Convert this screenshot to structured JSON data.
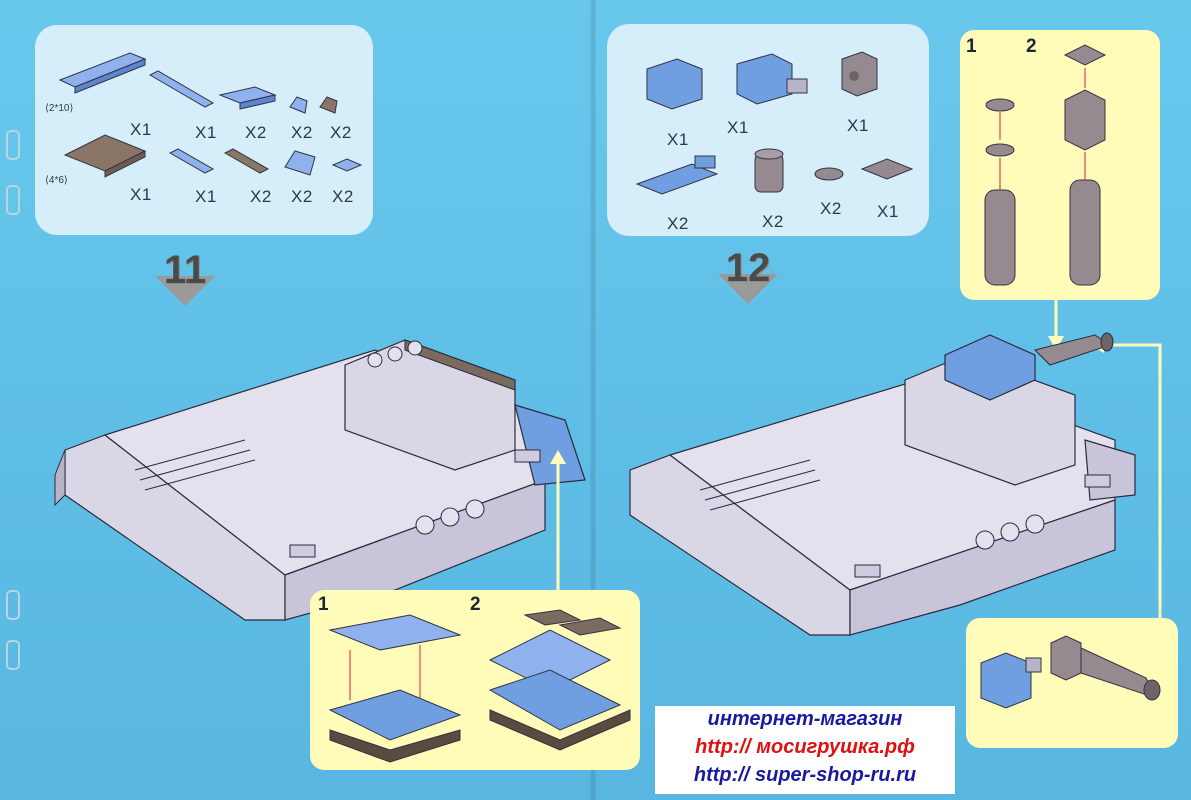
{
  "step11": {
    "number": "11",
    "parts_row1": [
      {
        "name": "plate-2x10",
        "dim_label": "⟨2*10⟩",
        "qty": "X1"
      },
      {
        "name": "tile-1x6",
        "qty": "X1"
      },
      {
        "name": "plate-2x4",
        "qty": "X2"
      },
      {
        "name": "slope-1x1",
        "qty": "X2"
      },
      {
        "name": "slope-1x1-brown",
        "qty": "X2"
      }
    ],
    "parts_row2": [
      {
        "name": "plate-4x6",
        "dim_label": "⟨4*6⟩",
        "qty": "X1"
      },
      {
        "name": "tile-1x4",
        "qty": "X1"
      },
      {
        "name": "tile-1x4-brown",
        "qty": "X2"
      },
      {
        "name": "slope-2x2",
        "qty": "X2"
      },
      {
        "name": "plate-2x2",
        "qty": "X2"
      }
    ],
    "substeps": [
      "1",
      "2"
    ]
  },
  "step12": {
    "number": "12",
    "parts_row1": [
      {
        "name": "brick-2x2",
        "qty": "X1"
      },
      {
        "name": "brick-2x2-pin",
        "qty": "X1"
      },
      {
        "name": "brick-1x1-hole",
        "qty": "X1"
      }
    ],
    "parts_row2": [
      {
        "name": "hinge-plate",
        "qty": "X2"
      },
      {
        "name": "round-brick-2x2",
        "qty": "X2"
      },
      {
        "name": "round-plate-1x1",
        "qty": "X2"
      },
      {
        "name": "tile-2x2",
        "qty": "X1"
      }
    ],
    "substeps": [
      "1",
      "2"
    ]
  },
  "ad": {
    "line1": "интернет-магазин",
    "line2": "http:// мосигрушка.рф",
    "line3": "http:// super-shop-ru.ru"
  },
  "colors": {
    "background": "#5fbee6",
    "panel": "#d6eef9",
    "callout": "#fffbb8",
    "brick_blue": "#6f9fe0",
    "brick_gray": "#d9d6e6",
    "brick_brown": "#7b6a60",
    "ad_red": "#e01010",
    "ad_blue": "#1a1aa0"
  }
}
